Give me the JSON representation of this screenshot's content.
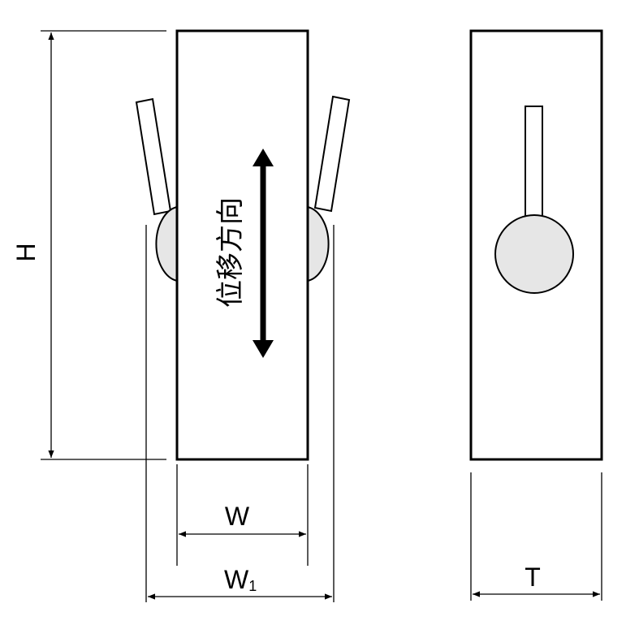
{
  "labels": {
    "height": "H",
    "width": "W",
    "overall_width": "W",
    "overall_width_subscript": "1",
    "thickness": "T",
    "displacement_direction": "位移方向"
  },
  "colors": {
    "stroke": "#000000",
    "body_fill": "#ffffff",
    "bulb_fill": "#e6e6e6"
  }
}
